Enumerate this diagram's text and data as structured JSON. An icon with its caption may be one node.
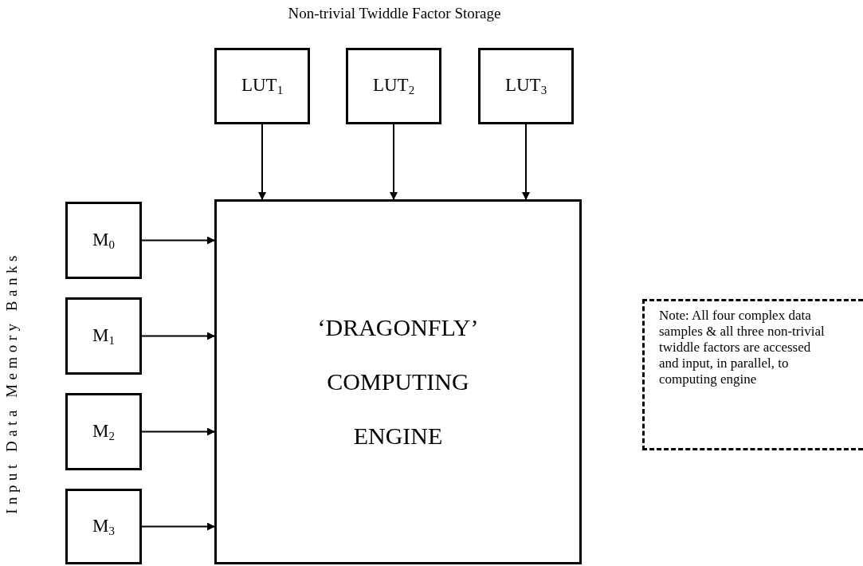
{
  "diagram": {
    "title": "Non-trivial Twiddle Factor Storage",
    "nodes": [
      {
        "text": [
          "LUT$_{1}$"
        ]
      },
      {
        "text": [
          "LUT$_{2}$"
        ]
      },
      {
        "text": [
          "LUT$_{3}$"
        ]
      },
      {
        "text": [
          "‘DRAGONFLY’",
          "COMPUTING",
          "ENGINE"
        ]
      },
      {
        "text": [
          "M$_{0}$"
        ]
      },
      {
        "text": [
          "M$_{1}$"
        ]
      },
      {
        "text": [
          "M$_{2}$"
        ]
      },
      {
        "text": [
          "M$_{3}$"
        ]
      },
      {
        "text": [
          "Note: All four complex data samples & all three non-trivial twiddle factors are accessed and input, in parallel, to computing engine"
        ]
      }
    ],
    "edges": [
      {
        "from": 0,
        "to": 3,
        "arrow": "to"
      },
      {
        "from": 1,
        "to": 3,
        "arrow": "to"
      },
      {
        "from": 2,
        "to": 3,
        "arrow": "to"
      },
      {
        "from": 4,
        "to": 3,
        "arrow": "to"
      },
      {
        "from": 5,
        "to": 3,
        "arrow": "to"
      },
      {
        "from": 6,
        "to": 3,
        "arrow": "to"
      },
      {
        "from": 7,
        "to": 3,
        "arrow": "to"
      }
    ],
    "labels": [
      "Input Data Memory Banks"
    ]
  }
}
